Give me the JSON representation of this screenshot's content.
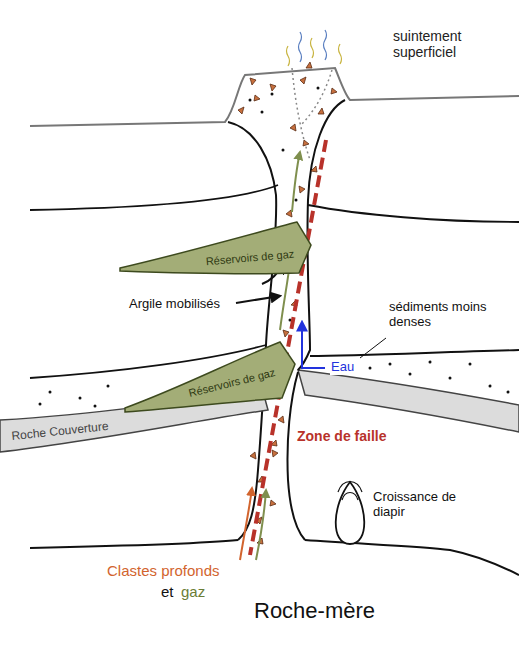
{
  "diagram": {
    "nodes": [
      {
        "text": [
          "Réservoirs de gaz"
        ]
      },
      {
        "text": [
          "Roche Couverture"
        ]
      },
      {
        "text": [
          "Réservoirs de gaz"
        ]
      }
    ],
    "labels": [
      "suintement superficiel",
      "Argile mobilisés",
      "sédiments moins denses",
      "Eau",
      "Zone de faille",
      "Croissance de diapir",
      "Clastes profonds",
      "et",
      "gaz",
      "Roche-mère"
    ]
  }
}
